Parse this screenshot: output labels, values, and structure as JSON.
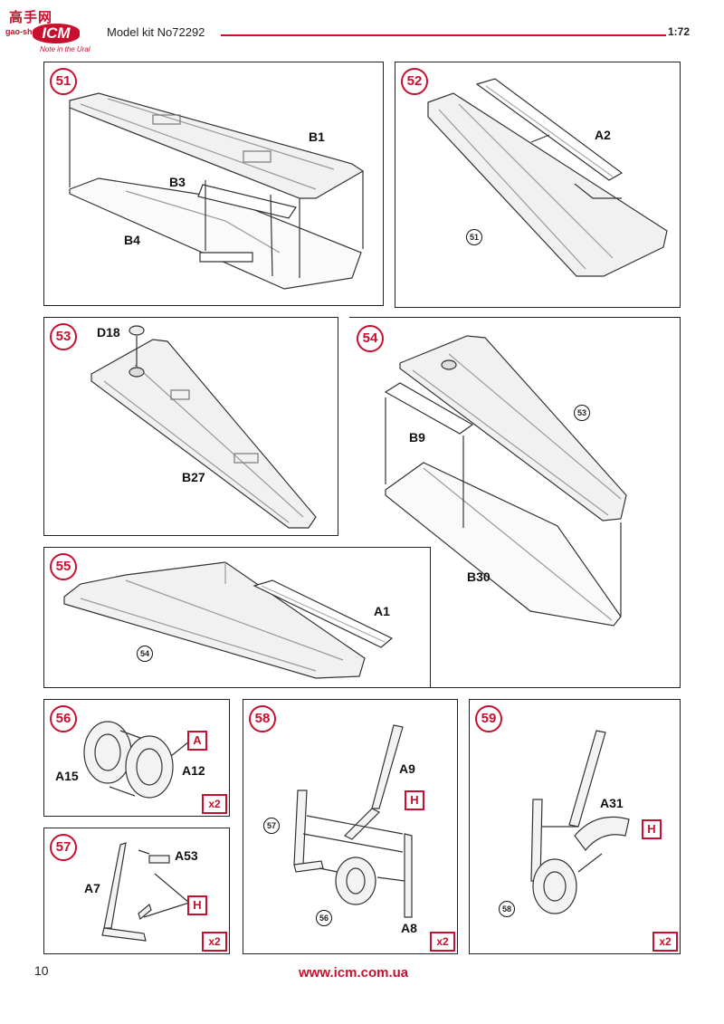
{
  "header": {
    "logo_top": "高手网",
    "logo_watermark": "gao-shou.com",
    "logo_main": "ICM",
    "logo_slogan": "Note in the Ural",
    "title": "Model kit No72292",
    "scale": "1:72"
  },
  "steps": [
    {
      "number": "51",
      "labels": [
        "B1",
        "B3",
        "B4"
      ]
    },
    {
      "number": "52",
      "labels": [
        "A2"
      ],
      "ref": "51"
    },
    {
      "number": "53",
      "labels": [
        "D18",
        "B27"
      ]
    },
    {
      "number": "54",
      "labels": [
        "B9",
        "B30"
      ],
      "ref": "53"
    },
    {
      "number": "55",
      "labels": [
        "A1"
      ],
      "ref": "54"
    },
    {
      "number": "56",
      "labels": [
        "A15",
        "A12"
      ],
      "paint": "A",
      "quantity": "x2"
    },
    {
      "number": "57",
      "labels": [
        "A53",
        "A7"
      ],
      "paint": "H",
      "quantity": "x2"
    },
    {
      "number": "58",
      "labels": [
        "A9",
        "A8"
      ],
      "paint": "H",
      "refs": [
        "57",
        "56"
      ],
      "quantity": "x2"
    },
    {
      "number": "59",
      "labels": [
        "A31"
      ],
      "paint": "H",
      "ref": "58",
      "quantity": "x2"
    }
  ],
  "footer": {
    "page_number": "10",
    "url": "www.icm.com.ua"
  },
  "colors": {
    "accent": "#c8102e",
    "line": "#222222"
  }
}
